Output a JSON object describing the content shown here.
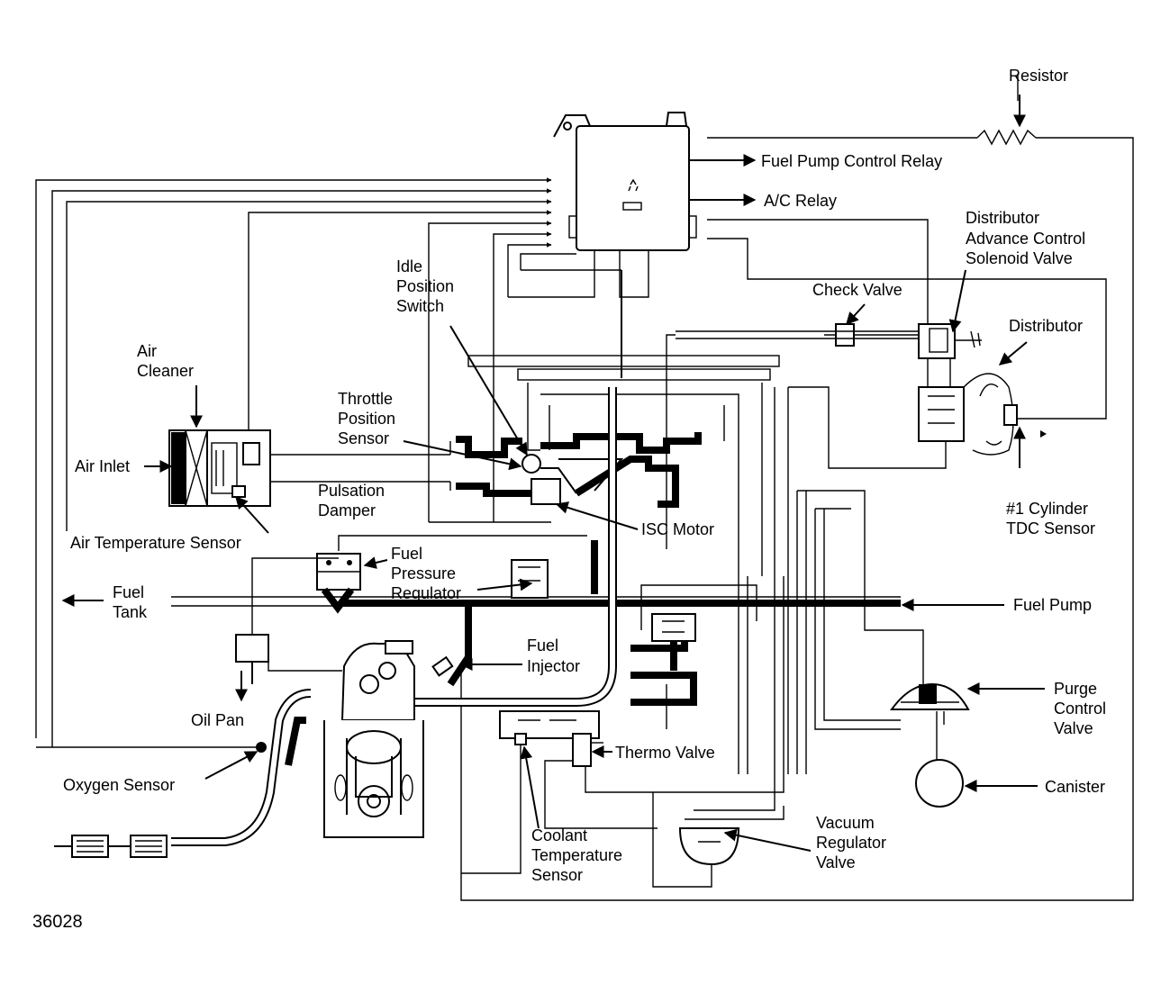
{
  "labels": {
    "resistor": "Resistor",
    "fuel_pump_control_relay": "Fuel Pump Control Relay",
    "ac_relay": "A/C Relay",
    "distributor_advance_1": "Distributor",
    "distributor_advance_2": "Advance Control",
    "distributor_advance_3": "Solenoid Valve",
    "check_valve": "Check Valve",
    "distributor": "Distributor",
    "idle_position_1": "Idle",
    "idle_position_2": "Position",
    "idle_position_3": "Switch",
    "air_cleaner_1": "Air",
    "air_cleaner_2": "Cleaner",
    "throttle_position_1": "Throttle",
    "throttle_position_2": "Position",
    "throttle_position_3": "Sensor",
    "air_inlet": "Air Inlet",
    "pulsation_damper_1": "Pulsation",
    "pulsation_damper_2": "Damper",
    "isc_motor": "ISC Motor",
    "tdc_sensor_1": "#1 Cylinder",
    "tdc_sensor_2": "TDC Sensor",
    "air_temperature_sensor": "Air Temperature Sensor",
    "fuel_pressure_regulator_1": "Fuel",
    "fuel_pressure_regulator_2": "Pressure",
    "fuel_pressure_regulator_3": "Regulator",
    "fuel_tank_1": "Fuel",
    "fuel_tank_2": "Tank",
    "fuel_pump": "Fuel Pump",
    "fuel_injector_1": "Fuel",
    "fuel_injector_2": "Injector",
    "oil_pan": "Oil Pan",
    "purge_control_1": "Purge",
    "purge_control_2": "Control",
    "purge_control_3": "Valve",
    "thermo_valve": "Thermo Valve",
    "oxygen_sensor": "Oxygen Sensor",
    "canister": "Canister",
    "coolant_temp_1": "Coolant",
    "coolant_temp_2": "Temperature",
    "coolant_temp_3": "Sensor",
    "vacuum_regulator_1": "Vacuum",
    "vacuum_regulator_2": "Regulator",
    "vacuum_regulator_3": "Valve"
  },
  "figure_number": "36028"
}
